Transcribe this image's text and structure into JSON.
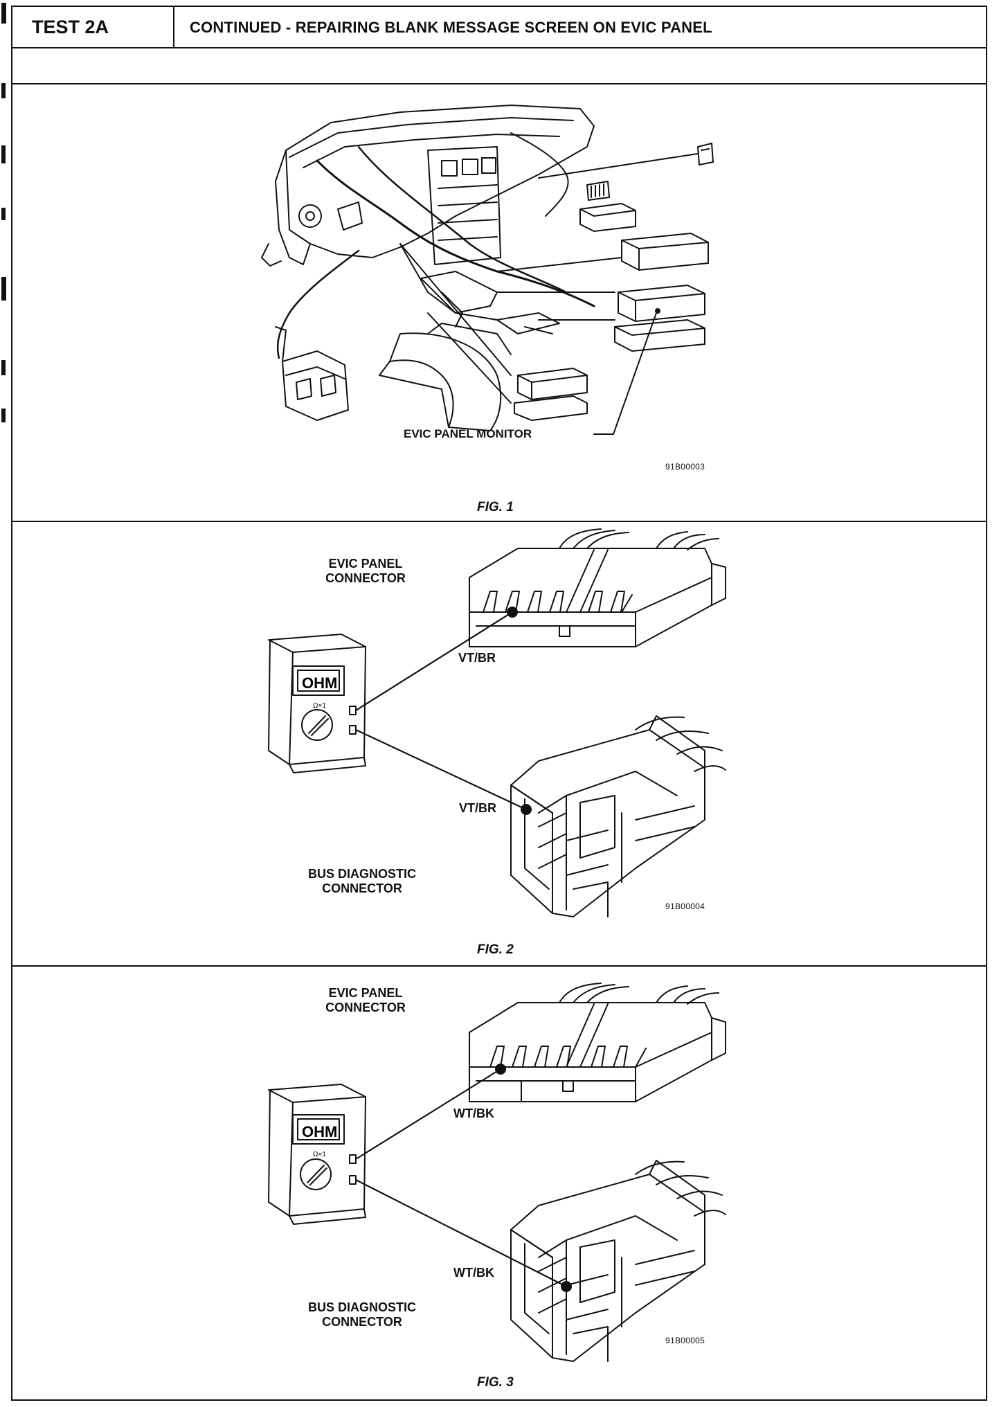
{
  "header": {
    "test_label": "TEST 2A",
    "title": "CONTINUED - REPAIRING BLANK MESSAGE SCREEN ON EVIC PANEL"
  },
  "figure1": {
    "callout": "EVIC PANEL MONITOR",
    "code": "91B00003",
    "caption": "FIG. 1"
  },
  "figure2": {
    "top_label_line1": "EVIC PANEL",
    "top_label_line2": "CONNECTOR",
    "meter_display": "OHM",
    "meter_range": "Ω×1",
    "wire_top": "VT/BR",
    "wire_bottom": "VT/BR",
    "bottom_label_line1": "BUS DIAGNOSTIC",
    "bottom_label_line2": "CONNECTOR",
    "code": "91B00004",
    "caption": "FIG. 2"
  },
  "figure3": {
    "top_label_line1": "EVIC PANEL",
    "top_label_line2": "CONNECTOR",
    "meter_display": "OHM",
    "meter_range": "Ω×1",
    "wire_top": "WT/BK",
    "wire_bottom": "WT/BK",
    "bottom_label_line1": "BUS DIAGNOSTIC",
    "bottom_label_line2": "CONNECTOR",
    "code": "91B00005",
    "caption": "FIG. 3"
  }
}
